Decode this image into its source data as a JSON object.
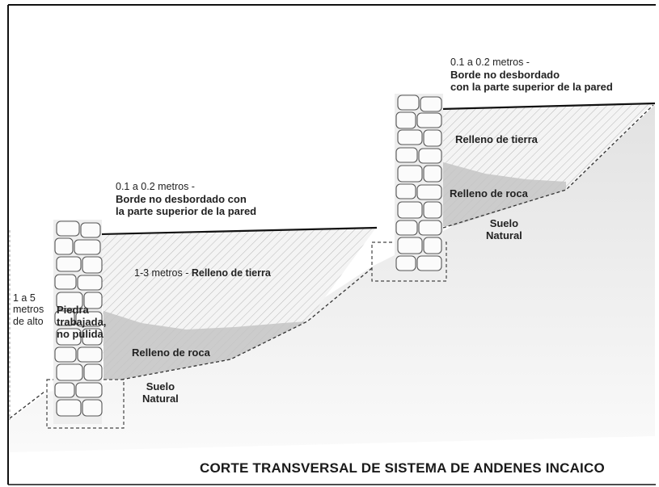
{
  "diagram": {
    "title": "CORTE TRANSVERSAL DE SISTEMA DE ANDENES INCAICO",
    "upper_terrace": {
      "edge_measure": "0.1 a 0.2 metros -",
      "edge_note": "Borde no desbordado\ncon la parte superior de la pared",
      "earth_fill": "Relleno de tierra",
      "rock_fill": "Relleno de roca",
      "natural_soil": "Suelo\nNatural"
    },
    "lower_terrace": {
      "edge_measure": "0.1 a 0.2 metros -",
      "edge_note": "Borde no desbordado con\nla parte superior de la pared",
      "earth_fill_measure": "1-3 metros - ",
      "earth_fill": "Relleno de tierra",
      "rock_fill": "Relleno de roca",
      "natural_soil": "Suelo\nNatural",
      "wall_material": "Piedra\ntrabajada,\nno pulida",
      "wall_height": "1 a 5\nmetros\nde alto"
    }
  }
}
